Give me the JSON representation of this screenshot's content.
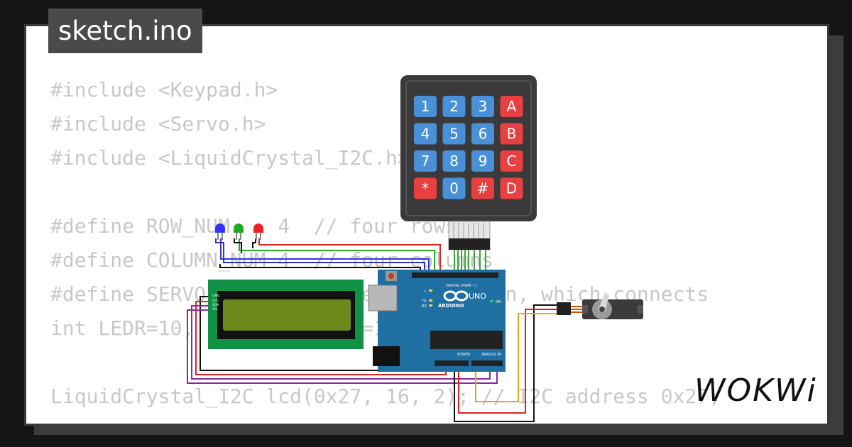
{
  "window": {
    "tab_title": "sketch.ino"
  },
  "code_lines": [
    "#include <Keypad.h>",
    "#include <Servo.h>",
    "#include <LiquidCrystal_I2C.h>",
    "",
    "#define ROW_NUM    4  // four rows",
    "#define COLUMN_NUM 4  // four columns",
    "#define SERVO_PIN 11 // the Arduino pin, which connects",
    "int LEDR=10, LEDG=12, LEDB=13;",
    "",
    "LiquidCrystal_I2C lcd(0x27, 16, 2); // I2C address 0x27,"
  ],
  "keypad": {
    "keys": [
      [
        "1",
        "2",
        "3",
        "A"
      ],
      [
        "4",
        "5",
        "6",
        "B"
      ],
      [
        "7",
        "8",
        "9",
        "C"
      ],
      [
        "*",
        "0",
        "#",
        "D"
      ]
    ],
    "colors": {
      "body": "#3a3a3a",
      "numeric": "#4a90d9",
      "letter": "#e84040"
    }
  },
  "arduino": {
    "model_label": "UNO",
    "brand_label": "ARDUINO",
    "header_digital_label": "DIGITAL (PWM ~)",
    "header_power_label": "POWER",
    "header_analog_label": "ANALOG IN",
    "led_on_label": "ON",
    "led_tx_label": "TX",
    "led_rx_label": "RX",
    "led_l_label": "L",
    "color": "#1f6fa3"
  },
  "lcd": {
    "pin_labels": [
      "GND",
      "VCC",
      "SDA",
      "SCL"
    ],
    "board_color": "#119146",
    "screen_color": "#6b8a1a"
  },
  "leds": [
    {
      "color": "#3333ff",
      "name": "blue"
    },
    {
      "color": "#22aa22",
      "name": "green"
    },
    {
      "color": "#ee2222",
      "name": "red"
    }
  ],
  "brand": {
    "logo": "WOKWi"
  }
}
